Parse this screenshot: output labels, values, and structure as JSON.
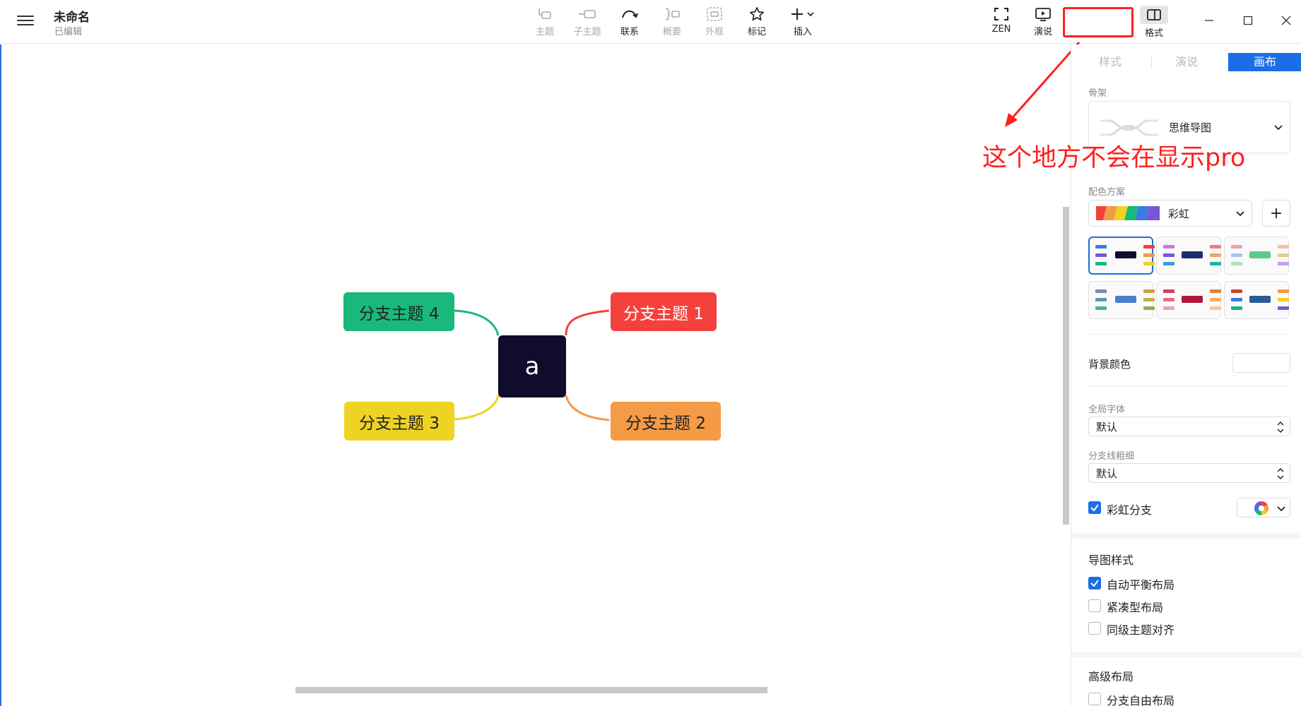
{
  "app": {
    "title": "未命名",
    "subtitle": "已编辑"
  },
  "toolbar": {
    "topic": "主题",
    "subtopic": "子主题",
    "relation": "联系",
    "summary": "概要",
    "boundary": "外框",
    "marker": "标记",
    "insert": "插入",
    "zen": "ZEN",
    "pitch": "演说",
    "format": "格式"
  },
  "annotation": {
    "note": "这个地方不会在显示pro",
    "color": "#ff1f1f"
  },
  "mindmap": {
    "central": "a",
    "branches": [
      {
        "label": "分支主题 1",
        "color": "#f5413d"
      },
      {
        "label": "分支主题 2",
        "color": "#f59a45"
      },
      {
        "label": "分支主题 3",
        "color": "#eed322"
      },
      {
        "label": "分支主题 4",
        "color": "#19b97b"
      }
    ]
  },
  "panel": {
    "tabs": [
      {
        "label": "样式",
        "active": false
      },
      {
        "label": "演说",
        "active": false
      },
      {
        "label": "画布",
        "active": true
      }
    ],
    "skeleton_label": "骨架",
    "skeleton_value": "思维导图",
    "color_scheme_label": "配色方案",
    "color_scheme_value": "彩虹",
    "add_symbol": "+",
    "bg_color_label": "背景颜色",
    "global_font_label": "全局字体",
    "global_font_value": "默认",
    "branch_width_label": "分支线粗细",
    "branch_width_value": "默认",
    "rainbow_branch_label": "彩虹分支",
    "rainbow_branch_checked": true,
    "map_style_heading": "导图样式",
    "auto_balance_label": "自动平衡布局",
    "auto_balance_checked": true,
    "compact_label": "紧凑型布局",
    "compact_checked": false,
    "align_label": "同级主题对齐",
    "align_checked": false,
    "advanced_heading": "高级布局",
    "free_branch_label": "分支自由布局",
    "free_branch_checked": false,
    "accent": "#1b6ee6"
  }
}
